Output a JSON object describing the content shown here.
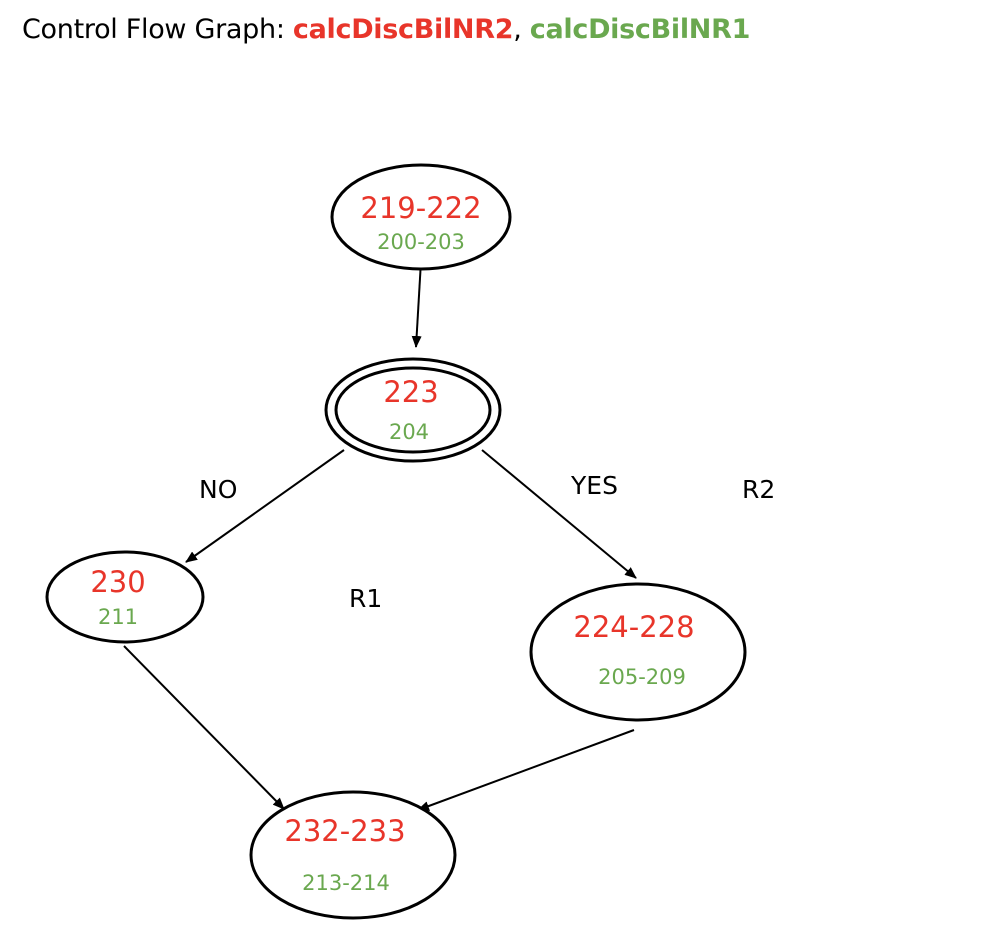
{
  "title": {
    "prefix": "Control Flow Graph: ",
    "function2": "calcDiscBilNR2",
    "separator": ", ",
    "function1": "calcDiscBilNR1"
  },
  "colors": {
    "function2": "#e8352a",
    "function1": "#6aa84f",
    "ink": "#000000"
  },
  "nodes": [
    {
      "id": "n1",
      "primary": "219-222",
      "secondary": "200-203",
      "double": false
    },
    {
      "id": "n2",
      "primary": "223",
      "secondary": "204",
      "double": true
    },
    {
      "id": "n3",
      "primary": "230",
      "secondary": "211",
      "double": false
    },
    {
      "id": "n4",
      "primary": "224-228",
      "secondary": "205-209",
      "double": false
    },
    {
      "id": "n5",
      "primary": "232-233",
      "secondary": "213-214",
      "double": false
    }
  ],
  "edges": [
    {
      "from": "n1",
      "to": "n2",
      "label": ""
    },
    {
      "from": "n2",
      "to": "n3",
      "label": "NO"
    },
    {
      "from": "n2",
      "to": "n4",
      "label": "YES"
    },
    {
      "from": "n3",
      "to": "n5",
      "label": ""
    },
    {
      "from": "n4",
      "to": "n5",
      "label": ""
    }
  ],
  "regions": [
    "R1",
    "R2"
  ]
}
